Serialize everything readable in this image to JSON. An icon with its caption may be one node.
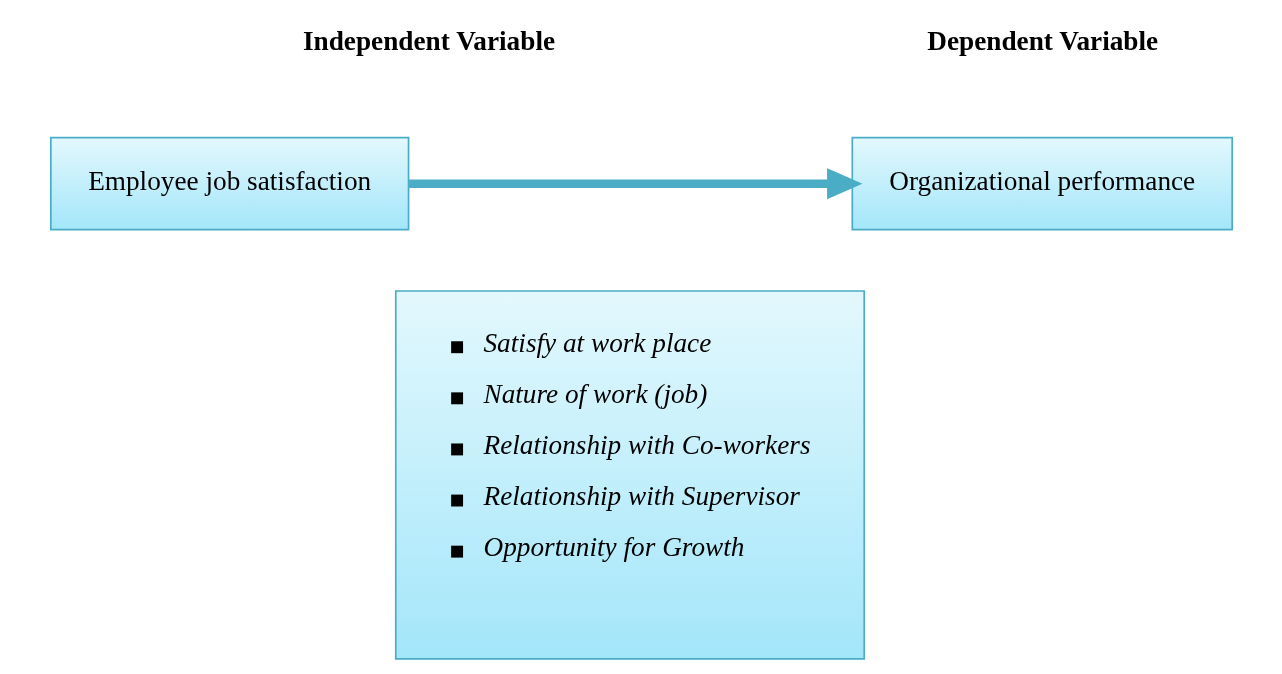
{
  "diagram": {
    "nodes": [
      {
        "text": [
          "Employee job satisfaction"
        ]
      },
      {
        "text": [
          "Organizational performance"
        ]
      },
      {
        "text": [
          "Satisfy at work place",
          "Nature of work (job)",
          "Relationship with Co-workers",
          "Relationship with Supervisor",
          "Opportunity for Growth"
        ]
      }
    ],
    "edges": [
      {
        "from": 0,
        "to": 1,
        "arrow": "to"
      }
    ],
    "labels": [
      "Independent Variable",
      "Dependent Variable"
    ]
  }
}
